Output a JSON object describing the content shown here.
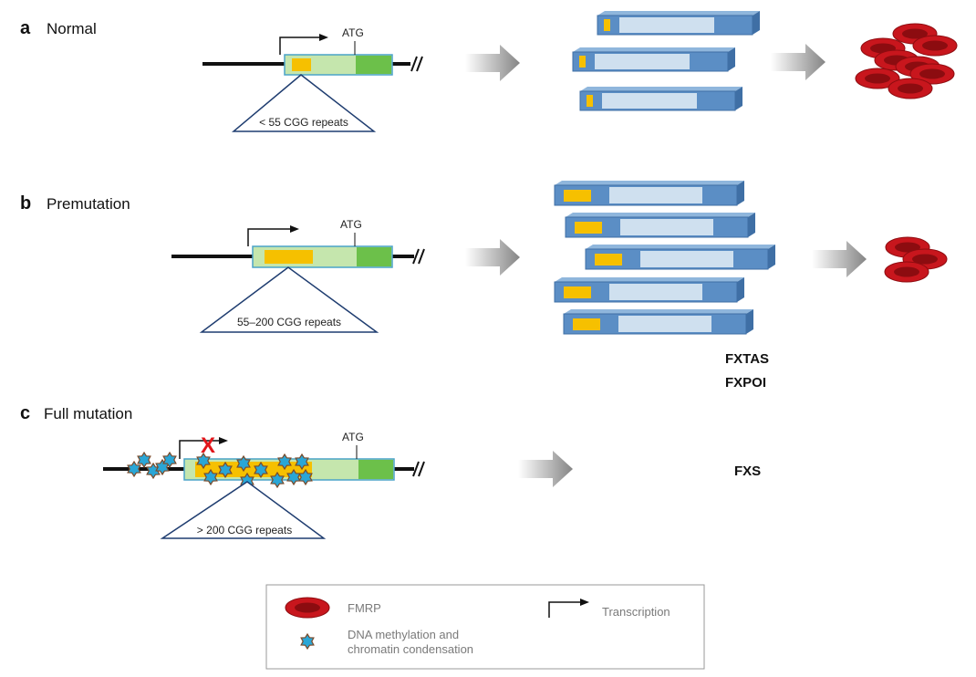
{
  "panels": {
    "a": {
      "letter": "a",
      "title": "Normal",
      "atg": "ATG",
      "repeats": "< 55 CGG repeats"
    },
    "b": {
      "letter": "b",
      "title": "Premutation",
      "atg": "ATG",
      "repeats": "55–200 CGG repeats",
      "outcome1": "FXTAS",
      "outcome2": "FXPOI"
    },
    "c": {
      "letter": "c",
      "title": "Full mutation",
      "atg": "ATG",
      "repeats": "> 200 CGG repeats",
      "outcome": "FXS",
      "block_mark": "X"
    }
  },
  "legend": {
    "fmrp": "FMRP",
    "transcription": "Transcription",
    "methylation_line1": "DNA methylation and",
    "methylation_line2": "chromatin condensation"
  },
  "colors": {
    "mrna_dark": "#5b8ec5",
    "mrna_light": "#cfe0ef",
    "cgg_yellow": "#f6c000",
    "gene_light_green": "#c5e6ad",
    "gene_green": "#6cc04a",
    "fmrp_red": "#c8161d",
    "methyl_blue": "#2aa6d6",
    "arrow_grey": "#8a8a8a"
  }
}
